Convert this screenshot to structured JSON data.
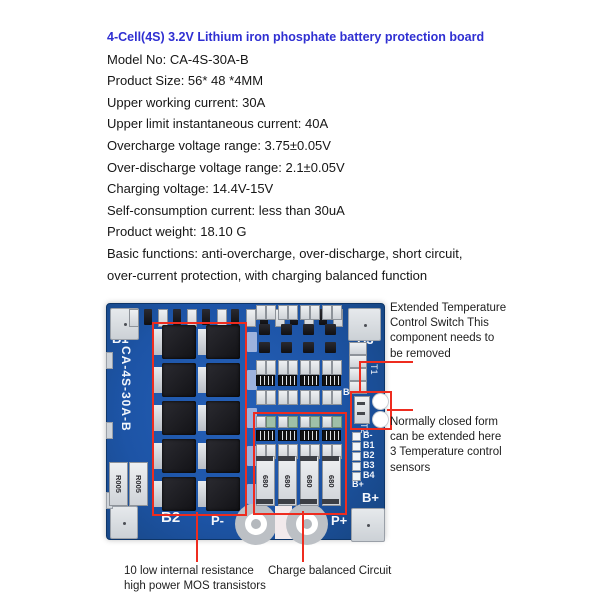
{
  "colors": {
    "title_blue": "#2f2fd2",
    "annotation_red": "#ee2c1f",
    "board_blue": "#1d54a6"
  },
  "title": "4-Cell(4S) 3.2V Lithium iron phosphate battery protection board",
  "specs": [
    "Model No: CA-4S-30A-B",
    "Product Size: 56* 48 *4MM",
    "Upper working current: 30A",
    "Upper limit instantaneous current: 40A",
    "Overcharge voltage range: 3.75±0.05V",
    "Over-discharge voltage range: 2.1±0.05V",
    "Charging voltage: 14.4V-15V",
    "Self-consumption current: less than 30uA",
    "Product weight: 18.10 G",
    "Basic functions: anti-overcharge, over-discharge, short circuit,",
    "over-current protection, with charging balanced function"
  ],
  "board": {
    "silkscreen": {
      "b1": "B1",
      "b2": "B2",
      "b3": "B3",
      "model_vertical": "CA-4S-30A-B",
      "p_minus": "P-",
      "p_plus": "P+",
      "b_minus_left": "B-",
      "b_minus_right": "B-",
      "t1": "T1",
      "t2": "T2",
      "b_plus_small": "B+",
      "b_plus_big": "B+",
      "balance_pads": [
        "B-",
        "B1",
        "B2",
        "B3",
        "B4"
      ],
      "shunt_label": "R005",
      "balance_resistor_label": "680"
    }
  },
  "annotations": {
    "ext_temp": {
      "lines": [
        "Extended Temperature",
        "Control Switch This",
        "component needs to",
        "be removed"
      ]
    },
    "normally_closed": {
      "lines": [
        "Normally closed form",
        "can be extended here",
        "3 Temperature control",
        "sensors"
      ]
    },
    "mos": {
      "lines": [
        "10 low internal resistance",
        "high power MOS transistors"
      ]
    },
    "charge_balance": {
      "lines": [
        "Charge balanced Circuit"
      ]
    }
  }
}
